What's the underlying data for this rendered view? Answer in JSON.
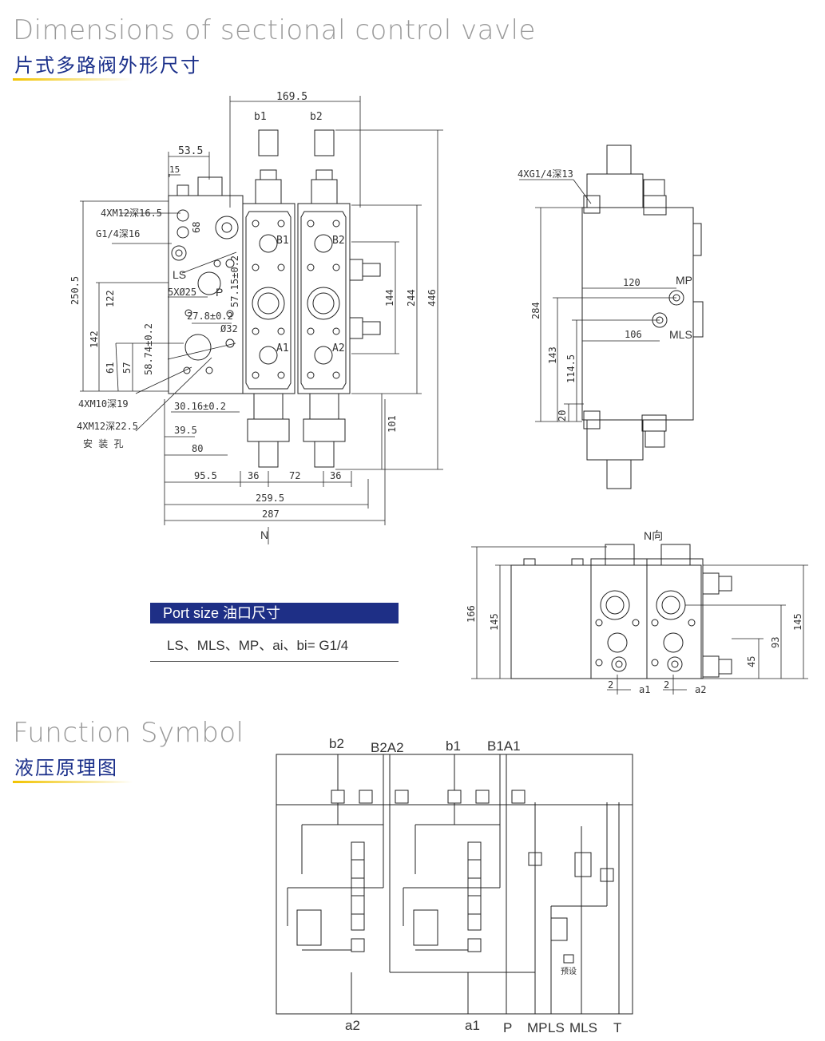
{
  "header": {
    "title_en": "Dimensions of sectional control vavle",
    "title_cn": "片式多路阀外形尺寸"
  },
  "function": {
    "title_en": "Function Symbol",
    "title_cn": "液压原理图"
  },
  "port": {
    "title": "Port size 油口尺寸",
    "text": "LS、MLS、MP、ai、bi= G1/4"
  },
  "front_view": {
    "dims": {
      "d169_5": "169.5",
      "d53_5": "53.5",
      "d15": "15",
      "d250_5": "250.5",
      "d122": "122",
      "d142": "142",
      "d61": "61",
      "d57": "57",
      "d58_74": "58.74±0.2",
      "d57_15": "57.15±0.2",
      "d68": "68",
      "d144": "144",
      "d244": "244",
      "d446": "446",
      "d101": "101",
      "d27_8": "27.8±0.2",
      "d32": "Ø32",
      "d30_16": "30.16±0.2",
      "d39_5": "39.5",
      "d80": "80",
      "d95_5": "95.5",
      "d36a": "36",
      "d72": "72",
      "d36b": "36",
      "d259_5": "259.5",
      "d287": "287"
    },
    "labels": {
      "b1": "b1",
      "b2": "b2",
      "B1": "B1",
      "B2": "B2",
      "A1": "A1",
      "A2": "A2",
      "LS": "LS",
      "P": "P",
      "thread1": "4XM12深16.5",
      "thread2": "G1/4深16",
      "holes": "5XØ25",
      "thread3": "4XM10深19",
      "thread4": "4XM12深22.5",
      "mount": "安 装 孔",
      "north": "N"
    }
  },
  "side_view": {
    "thread": "4XG1/4深13",
    "MP": "MP",
    "MLS": "MLS",
    "d120": "120",
    "d106": "106",
    "d284": "284",
    "d143": "143",
    "d114_5": "114.5",
    "d20": "20"
  },
  "bottom_view": {
    "title": "N向",
    "d166": "166",
    "d145a": "145",
    "d145b": "145",
    "d93": "93",
    "d45": "45",
    "d2a": "2",
    "d2b": "2",
    "a1": "a1",
    "a2": "a2"
  },
  "schematic": {
    "top": {
      "b2": "b2",
      "B2A2": "B2A2",
      "b1": "b1",
      "B1A1": "B1A1"
    },
    "bottom": {
      "a2": "a2",
      "a1": "a1",
      "P": "P",
      "MP": "MP",
      "LS": "LS",
      "MLS": "MLS",
      "T": "T"
    },
    "preset": "预设"
  }
}
